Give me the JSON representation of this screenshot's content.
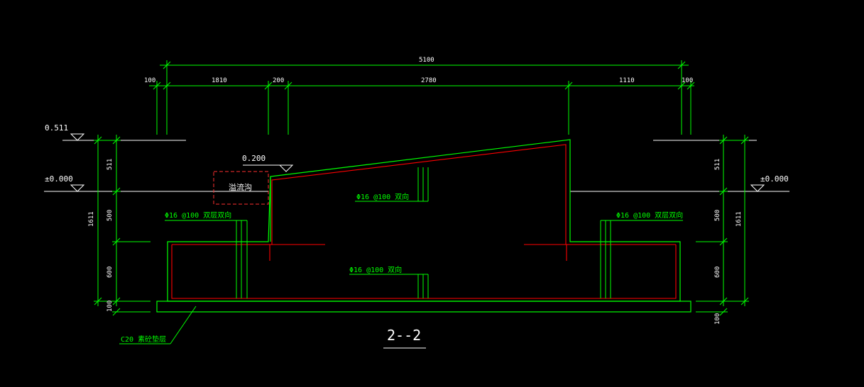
{
  "drawing": {
    "title": "2--2",
    "colors": {
      "background": "#000000",
      "dimension": "#00ff00",
      "structure": "#00ff00",
      "rebar": "#ff0000",
      "text": "#ffffff",
      "annotation": "#00ff00"
    },
    "dims_top": {
      "total": "5100",
      "seg1": "100",
      "seg2": "1810",
      "seg3": "200",
      "seg4": "2780",
      "seg5": "1110",
      "seg6": "100"
    },
    "dims_left": {
      "d1": "511",
      "d2": "500",
      "d3": "600",
      "d4": "100",
      "total": "1611"
    },
    "dims_right": {
      "d1": "511",
      "d2": "500",
      "d3": "600",
      "d4": "100",
      "total": "1611"
    },
    "elevations": {
      "top_left": "0.511",
      "ground_left": "±0.000",
      "ground_right": "±0.000",
      "wall_top": "0.200"
    },
    "labels": {
      "overflow_box": "溢流沟",
      "rebar_left_wall": "Φ16 @100 双层双向",
      "rebar_right_wall": "Φ16 @100 双层双向",
      "rebar_slope": "Φ16 @100 双向",
      "rebar_bottom": "Φ16 @100 双向",
      "cushion": "C20 素砼垫层"
    }
  }
}
